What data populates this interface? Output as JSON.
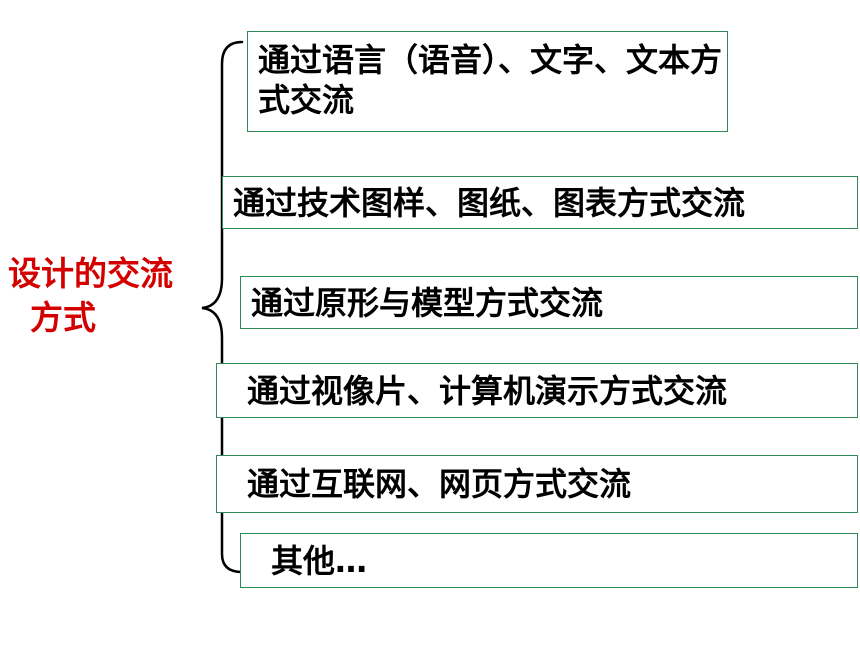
{
  "root": {
    "line1": "设计的交流",
    "line2": "方式"
  },
  "branches": [
    "通过语言（语音）、文字、文本方式交流",
    "通过技术图样、图纸、图表方式交流",
    "通过原形与模型方式交流",
    "通过视像片、计算机演示方式交流",
    "通过互联网、网页方式交流",
    "其他…"
  ],
  "colors": {
    "root_text": "#d40000",
    "box_border": "#2e8b57",
    "brace": "#000000"
  }
}
